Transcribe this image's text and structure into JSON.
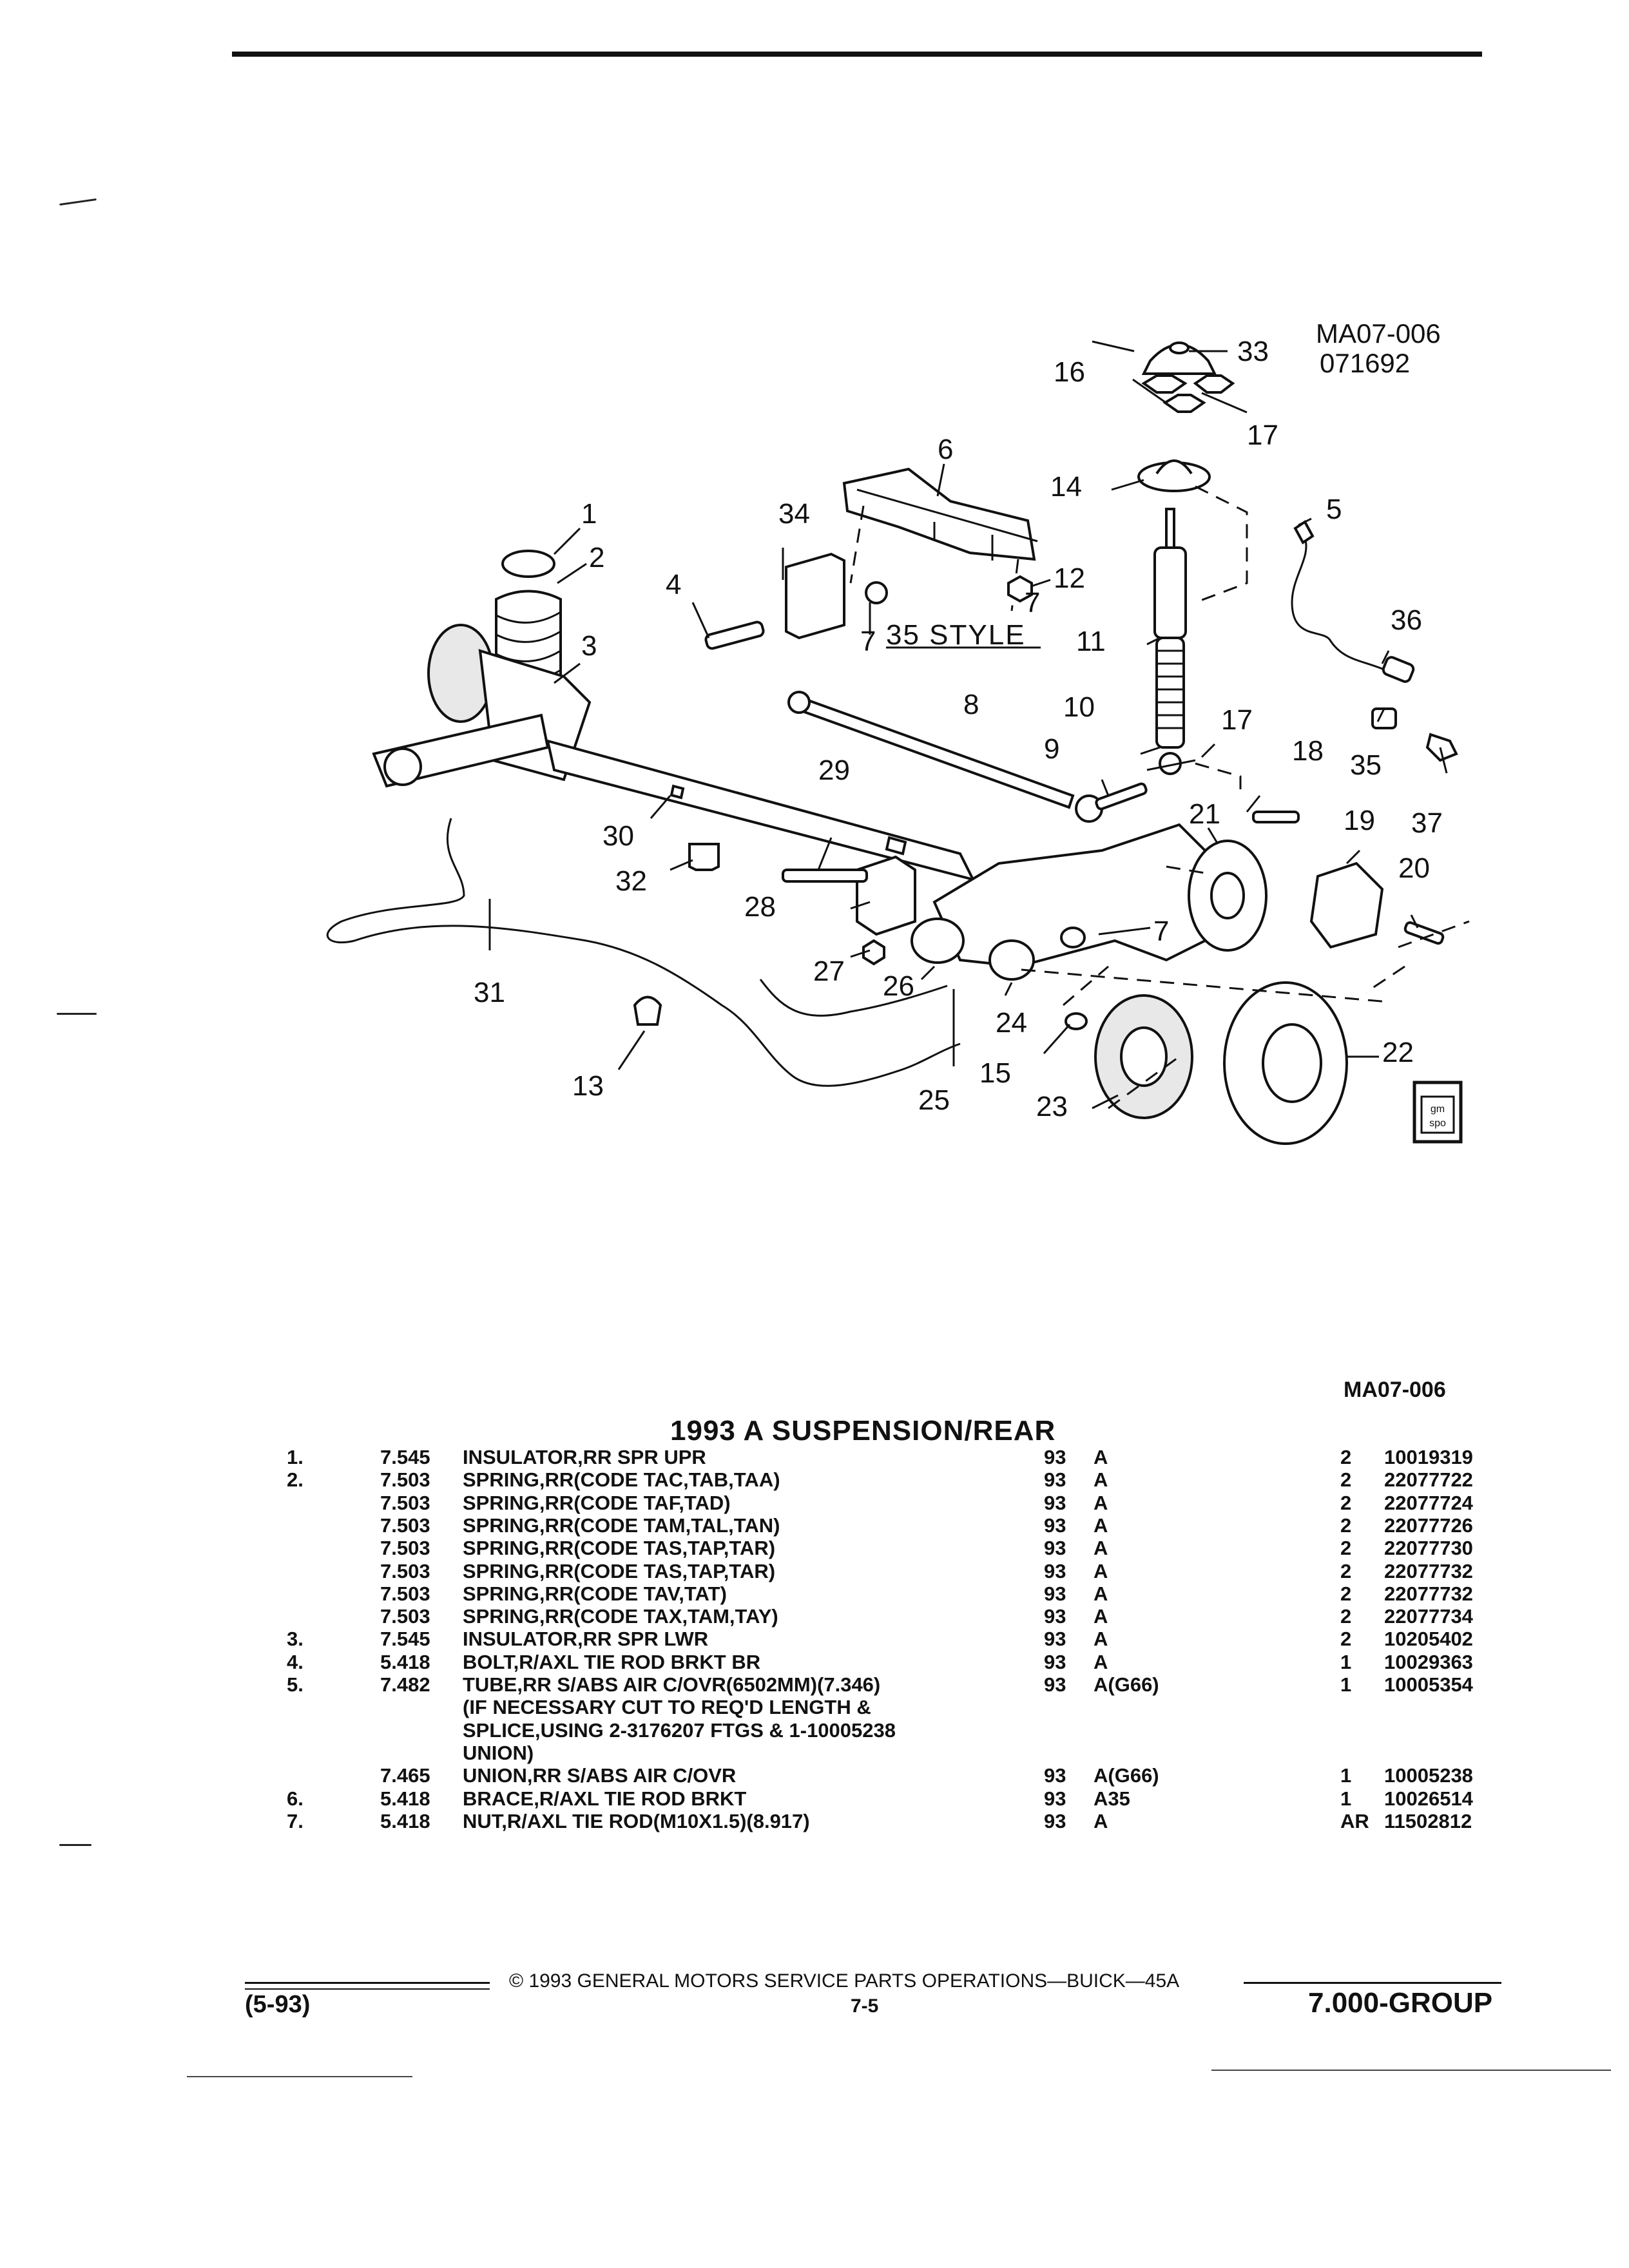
{
  "diagram": {
    "ref_id": "MA07-006",
    "ref_date": "071692",
    "style_label": "35 STYLE",
    "logo_text": "gm spo",
    "callouts": [
      "1",
      "2",
      "3",
      "4",
      "5",
      "6",
      "7",
      "7",
      "7",
      "8",
      "9",
      "10",
      "11",
      "12",
      "13",
      "14",
      "15",
      "16",
      "17",
      "17",
      "18",
      "19",
      "20",
      "21",
      "22",
      "23",
      "24",
      "25",
      "26",
      "27",
      "28",
      "29",
      "30",
      "31",
      "32",
      "33",
      "34",
      "35",
      "36",
      "37"
    ]
  },
  "header": {
    "ref_code": "MA07-006",
    "section_title": "1993 A SUSPENSION/REAR"
  },
  "parts": [
    {
      "no": "1.",
      "grp": "7.545",
      "name": "INSULATOR",
      "desc": ",RR SPR UPR",
      "lines": [],
      "year": "93",
      "model": "A",
      "qty": "2",
      "part": "10019319"
    },
    {
      "no": "2.",
      "grp": "7.503",
      "name": "SPRING",
      "desc": ",RR(CODE TAC,TAB,TAA)",
      "lines": [],
      "year": "93",
      "model": "A",
      "qty": "2",
      "part": "22077722"
    },
    {
      "no": "",
      "grp": "7.503",
      "name": "SPRING",
      "desc": ",RR(CODE TAF,TAD)",
      "lines": [],
      "year": "93",
      "model": "A",
      "qty": "2",
      "part": "22077724"
    },
    {
      "no": "",
      "grp": "7.503",
      "name": "SPRING",
      "desc": ",RR(CODE TAM,TAL,TAN)",
      "lines": [],
      "year": "93",
      "model": "A",
      "qty": "2",
      "part": "22077726"
    },
    {
      "no": "",
      "grp": "7.503",
      "name": "SPRING",
      "desc": ",RR(CODE TAS,TAP,TAR)",
      "lines": [],
      "year": "93",
      "model": "A",
      "qty": "2",
      "part": "22077730"
    },
    {
      "no": "",
      "grp": "7.503",
      "name": "SPRING",
      "desc": ",RR(CODE TAS,TAP,TAR)",
      "lines": [],
      "year": "93",
      "model": "A",
      "qty": "2",
      "part": "22077732"
    },
    {
      "no": "",
      "grp": "7.503",
      "name": "SPRING",
      "desc": ",RR(CODE TAV,TAT)",
      "lines": [],
      "year": "93",
      "model": "A",
      "qty": "2",
      "part": "22077732"
    },
    {
      "no": "",
      "grp": "7.503",
      "name": "SPRING",
      "desc": ",RR(CODE TAX,TAM,TAY)",
      "lines": [],
      "year": "93",
      "model": "A",
      "qty": "2",
      "part": "22077734"
    },
    {
      "no": "3.",
      "grp": "7.545",
      "name": "INSULATOR",
      "desc": ",RR SPR LWR",
      "lines": [],
      "year": "93",
      "model": "A",
      "qty": "2",
      "part": "10205402"
    },
    {
      "no": "4.",
      "grp": "5.418",
      "name": "BOLT",
      "desc": ",R/AXL TIE ROD BRKT BR",
      "lines": [],
      "year": "93",
      "model": "A",
      "qty": "1",
      "part": "10029363"
    },
    {
      "no": "5.",
      "grp": "7.482",
      "name": "TUBE",
      "desc": ",RR S/ABS AIR C/OVR(6502MM)(7.346)",
      "lines": [
        "(IF NECESSARY CUT TO REQ'D LENGTH &",
        "SPLICE,USING 2-3176207 FTGS & 1-10005238",
        "UNION)"
      ],
      "year": "93",
      "model": "A(G66)",
      "qty": "1",
      "part": "10005354"
    },
    {
      "no": "",
      "grp": "7.465",
      "name": "UNION",
      "desc": ",RR S/ABS AIR C/OVR",
      "lines": [],
      "year": "93",
      "model": "A(G66)",
      "qty": "1",
      "part": "10005238"
    },
    {
      "no": "6.",
      "grp": "5.418",
      "name": "BRACE",
      "desc": ",R/AXL TIE ROD BRKT",
      "lines": [],
      "year": "93",
      "model": "A35",
      "qty": "1",
      "part": "10026514"
    },
    {
      "no": "7.",
      "grp": "5.418",
      "name": "NUT",
      "desc": ",R/AXL TIE ROD(M10X1.5)(8.917)",
      "lines": [],
      "year": "93",
      "model": "A",
      "qty": "AR",
      "part": "11502812"
    }
  ],
  "footer": {
    "copyright": "© 1993 GENERAL MOTORS SERVICE PARTS OPERATIONS—BUICK—45A",
    "date_code": "(5-93)",
    "page_number": "7-5",
    "group_label": "7.000-GROUP"
  }
}
